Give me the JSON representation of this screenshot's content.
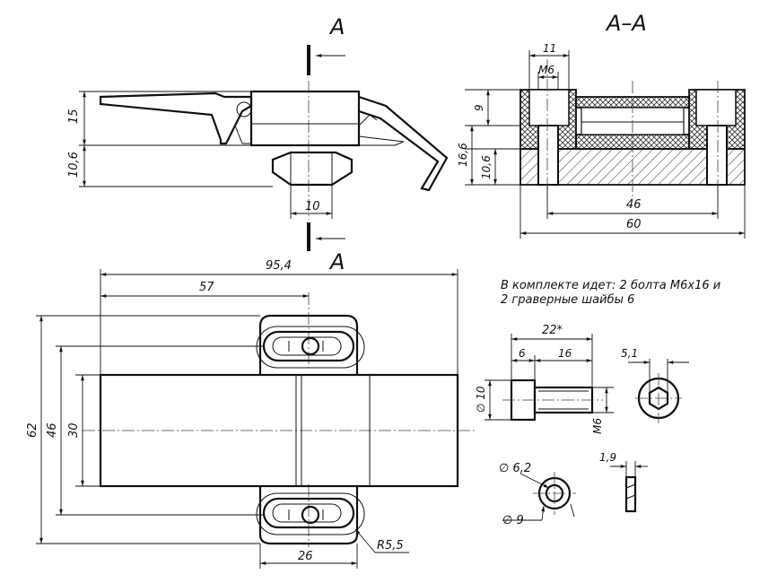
{
  "section_marks": {
    "top_label": "A",
    "bottom_label": "A",
    "section_title": "A–A"
  },
  "side_view": {
    "dim_height_top": "15",
    "dim_height_bottom": "10,6",
    "dim_width": "10"
  },
  "section_view": {
    "dim_11": "11",
    "dim_m6": "M6",
    "dim_9": "9",
    "dim_16_6": "16,6",
    "dim_10_6": "10,6",
    "dim_46": "46",
    "dim_60": "60"
  },
  "plan_view": {
    "dim_95_4": "95,4",
    "dim_57": "57",
    "dim_62": "62",
    "dim_46": "46",
    "dim_30": "30",
    "dim_26": "26",
    "dim_r5_5": "R5,5"
  },
  "kit_note": {
    "line1": "В комплекте идет: 2 болта М6х16 и",
    "line2": "2 граверные шайбы 6"
  },
  "bolt": {
    "dim_22": "22*",
    "dim_6": "6",
    "dim_16": "16",
    "dim_d10": "∅ 10",
    "dim_m6": "M6",
    "dim_5_1": "5,1"
  },
  "washer": {
    "dim_d6_2": "∅ 6,2",
    "dim_d9": "∅ 9",
    "dim_1_9": "1,9"
  }
}
